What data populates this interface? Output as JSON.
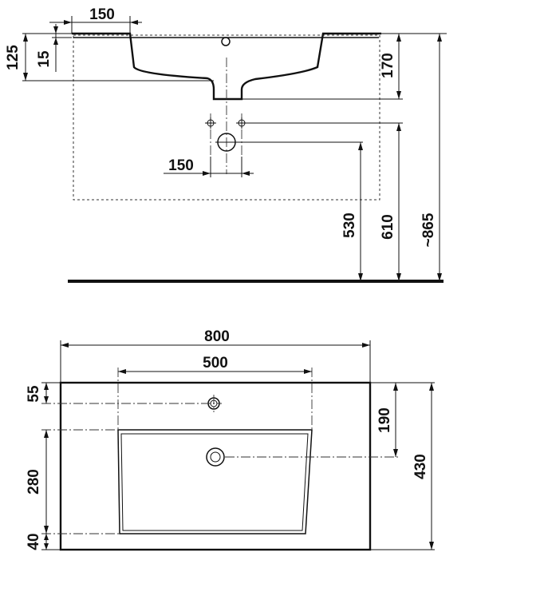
{
  "side_view": {
    "dimensions": {
      "top_width": "150",
      "rim_depth": "125",
      "rim_thickness": "15",
      "bowl_depth": "170",
      "hole_spacing": "150",
      "waste_height": "530",
      "tap_height": "610",
      "overall_height": "~865"
    }
  },
  "plan_view": {
    "dimensions": {
      "overall_width": "800",
      "bowl_width": "500",
      "tap_offset": "55",
      "bowl_length": "280",
      "front_margin": "40",
      "waste_offset": "190",
      "overall_depth": "430"
    }
  }
}
